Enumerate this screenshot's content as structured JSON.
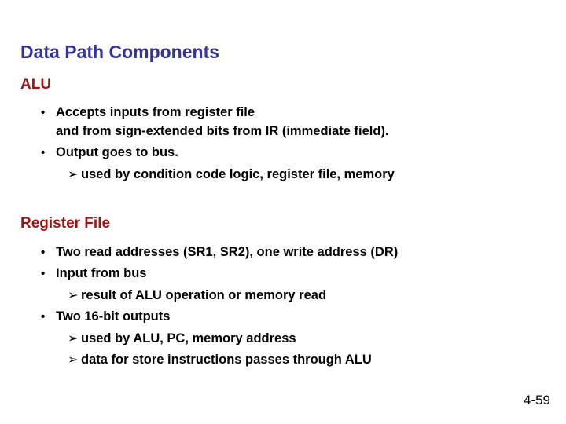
{
  "slide": {
    "title": "Data Path Components",
    "page_number": "4-59",
    "colors": {
      "title": "#333399",
      "section_heading": "#9E1212",
      "body_text": "#000000",
      "background": "#FFFFFF"
    },
    "sections": [
      {
        "heading": "ALU",
        "lines": [
          {
            "level": 1,
            "marker": "bullet-dot",
            "marker_glyph": "•",
            "text": "Accepts inputs from register file"
          },
          {
            "level": 1,
            "marker": "none",
            "marker_glyph": "",
            "text": "and from sign-extended bits from IR (immediate field)."
          },
          {
            "level": 1,
            "marker": "bullet-dot",
            "marker_glyph": "•",
            "text": "Output goes to bus."
          },
          {
            "level": 2,
            "marker": "bullet-arrow",
            "marker_glyph": "➢",
            "text": "used by condition code logic, register file, memory"
          }
        ]
      },
      {
        "heading": "Register File",
        "lines": [
          {
            "level": 1,
            "marker": "bullet-dot",
            "marker_glyph": "•",
            "text": "Two read addresses (SR1, SR2), one write address (DR)"
          },
          {
            "level": 1,
            "marker": "bullet-dot",
            "marker_glyph": "•",
            "text": "Input from bus"
          },
          {
            "level": 2,
            "marker": "bullet-arrow",
            "marker_glyph": "➢",
            "text": "result of ALU operation or memory read"
          },
          {
            "level": 1,
            "marker": "bullet-dot",
            "marker_glyph": "•",
            "text": "Two 16-bit outputs"
          },
          {
            "level": 2,
            "marker": "bullet-arrow",
            "marker_glyph": "➢",
            "text": "used by ALU, PC, memory address"
          },
          {
            "level": 2,
            "marker": "bullet-arrow",
            "marker_glyph": "➢",
            "text": "data for store instructions passes through ALU"
          }
        ]
      }
    ]
  }
}
